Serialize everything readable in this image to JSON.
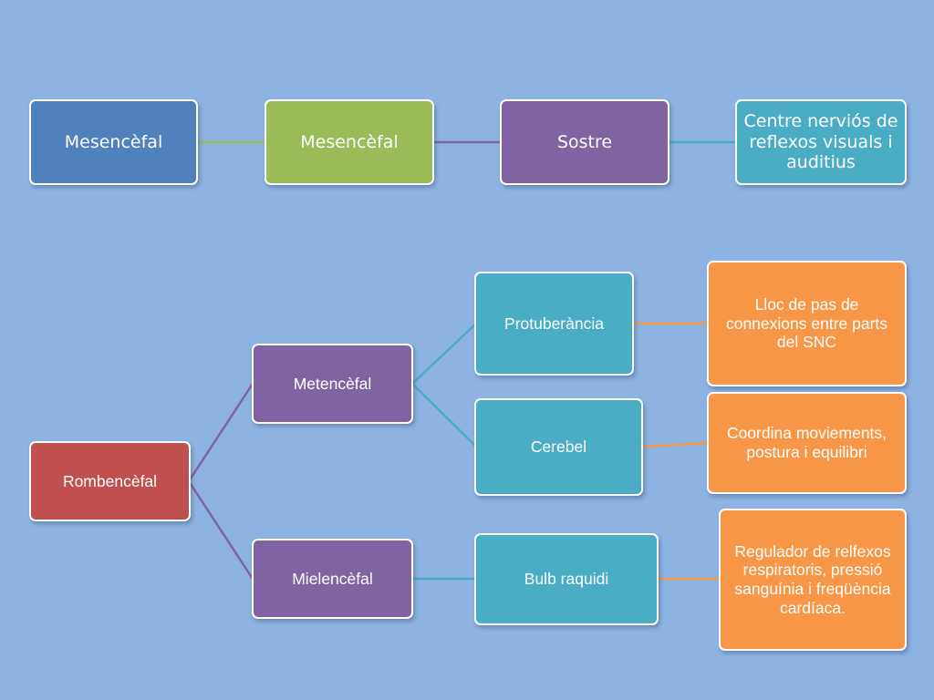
{
  "top_row": {
    "node1": "Mesencèfal",
    "node2": "Mesencèfal",
    "node3": "Sostre",
    "node4": "Centre nerviós de reflexos visuals i auditius"
  },
  "hierarchy": {
    "root": "Rombencèfal",
    "metencefal": "Metencèfal",
    "mielencefal": "Mielencèfal",
    "protuberancia": "Protuberància",
    "cerebel": "Cerebel",
    "bulb": "Bulb raquidi",
    "protuberancia_desc": "Lloc de pas de connexions entre parts del SNC",
    "cerebel_desc": "Coordina moviements, postura i equilibri",
    "bulb_desc": "Regulador de relfexos respiratoris, pressió sanguínia i freqüència cardíaca."
  },
  "colors": {
    "background": "#8db3e2",
    "blue": "#4f81bd",
    "green": "#9bbb59",
    "purple": "#8064a2",
    "teal": "#4bacc6",
    "red": "#c0504d",
    "orange": "#f79646"
  }
}
